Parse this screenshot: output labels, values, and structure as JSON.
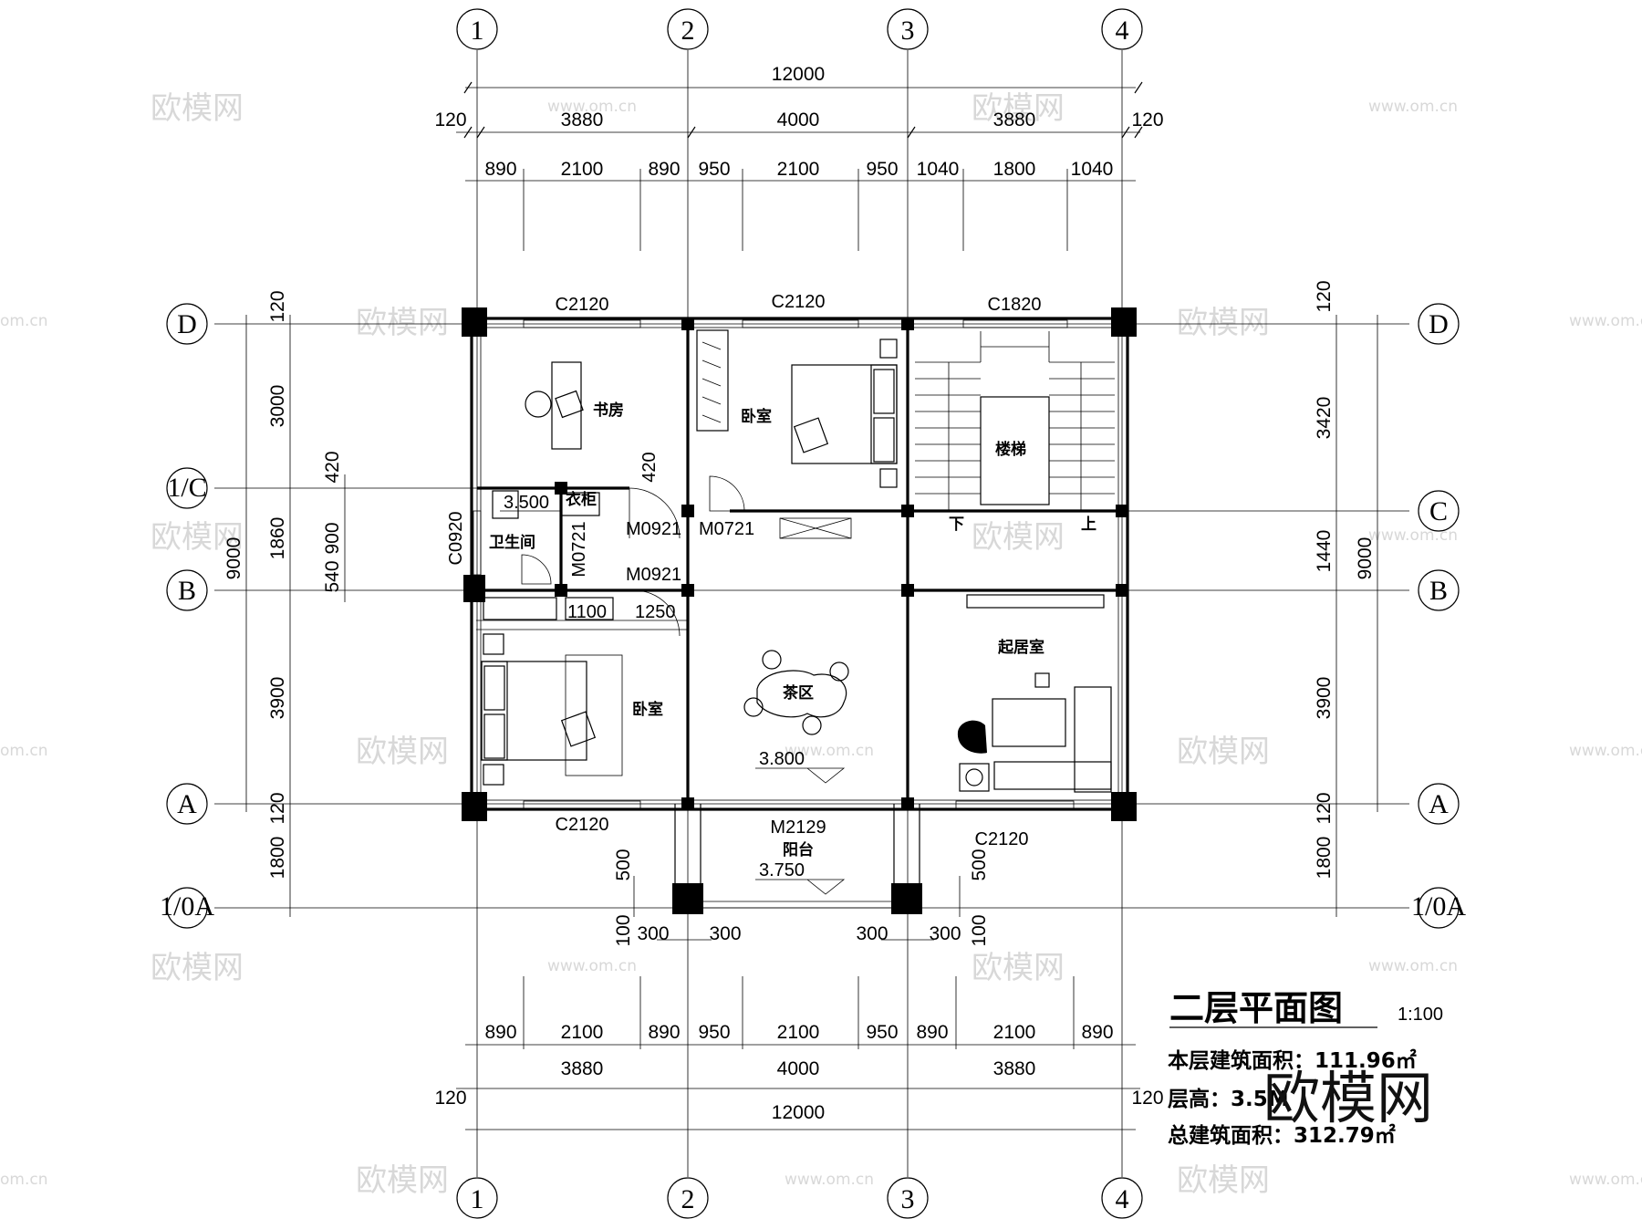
{
  "axes": {
    "columns": [
      "1",
      "2",
      "3",
      "4"
    ],
    "rows_left": [
      "D",
      "1/C",
      "B",
      "A",
      "1/0A"
    ],
    "rows_right": [
      "D",
      "C",
      "B",
      "A",
      "1/0A"
    ]
  },
  "dims": {
    "top_total": "12000",
    "top_mid": [
      "120",
      "3880",
      "4000",
      "3880",
      "120"
    ],
    "top_detail": [
      "890",
      "2100",
      "890",
      "950",
      "2100",
      "950",
      "1040",
      "1800",
      "1040"
    ],
    "bottom_detail": [
      "890",
      "2100",
      "890",
      "950",
      "2100",
      "950",
      "890",
      "2100",
      "890"
    ],
    "bottom_mid": [
      "120",
      "3880",
      "4000",
      "3880",
      "120"
    ],
    "bottom_total": "12000",
    "left_outer": "9000",
    "left_inner": [
      "120",
      "3000",
      "1860",
      "3900",
      "120",
      "1800"
    ],
    "left_small": [
      "420",
      "900",
      "540"
    ],
    "right_outer": "9000",
    "right_inner": [
      "120",
      "3420",
      "1440",
      "3900",
      "120",
      "1800"
    ],
    "balcony_left": [
      "500",
      "100",
      "300",
      "300"
    ],
    "balcony_right": [
      "500",
      "100",
      "300",
      "300"
    ]
  },
  "openings": {
    "c2120_top_left": "C2120",
    "c2120_top_mid": "C2120",
    "c1820_top_right": "C1820",
    "c0920": "C0920",
    "m0921_a": "M0921",
    "m0721_a": "M0721",
    "m0721_b": "M0721",
    "m0921_b": "M0921",
    "c2120_bottom_left": "C2120",
    "m2129": "M2129",
    "c2120_bottom_right": "C2120",
    "dim_1250": "1250",
    "dim_1100": "1100",
    "dim_420": "420"
  },
  "rooms": {
    "study": "书房",
    "bedroom_top": "卧室",
    "stair": "楼梯",
    "bathroom": "卫生间",
    "bedroom_bottom": "卧室",
    "tea_area": "茶区",
    "living": "起居室",
    "balcony": "阳台",
    "stair_down": "下",
    "stair_up": "上",
    "closet": "衣柜"
  },
  "levels": {
    "bath": "3.500",
    "floor": "3.800",
    "balcony": "3.750"
  },
  "title_block": {
    "title": "二层平面图",
    "scale": "1:100",
    "floor_area": "本层建筑面积：111.96㎡",
    "floor_height": "层高：3.5M",
    "total_area": "总建筑面积：312.79㎡"
  },
  "watermark": {
    "brand": "欧模网",
    "url": "www.om.cn",
    "url_short": "om.cn"
  }
}
